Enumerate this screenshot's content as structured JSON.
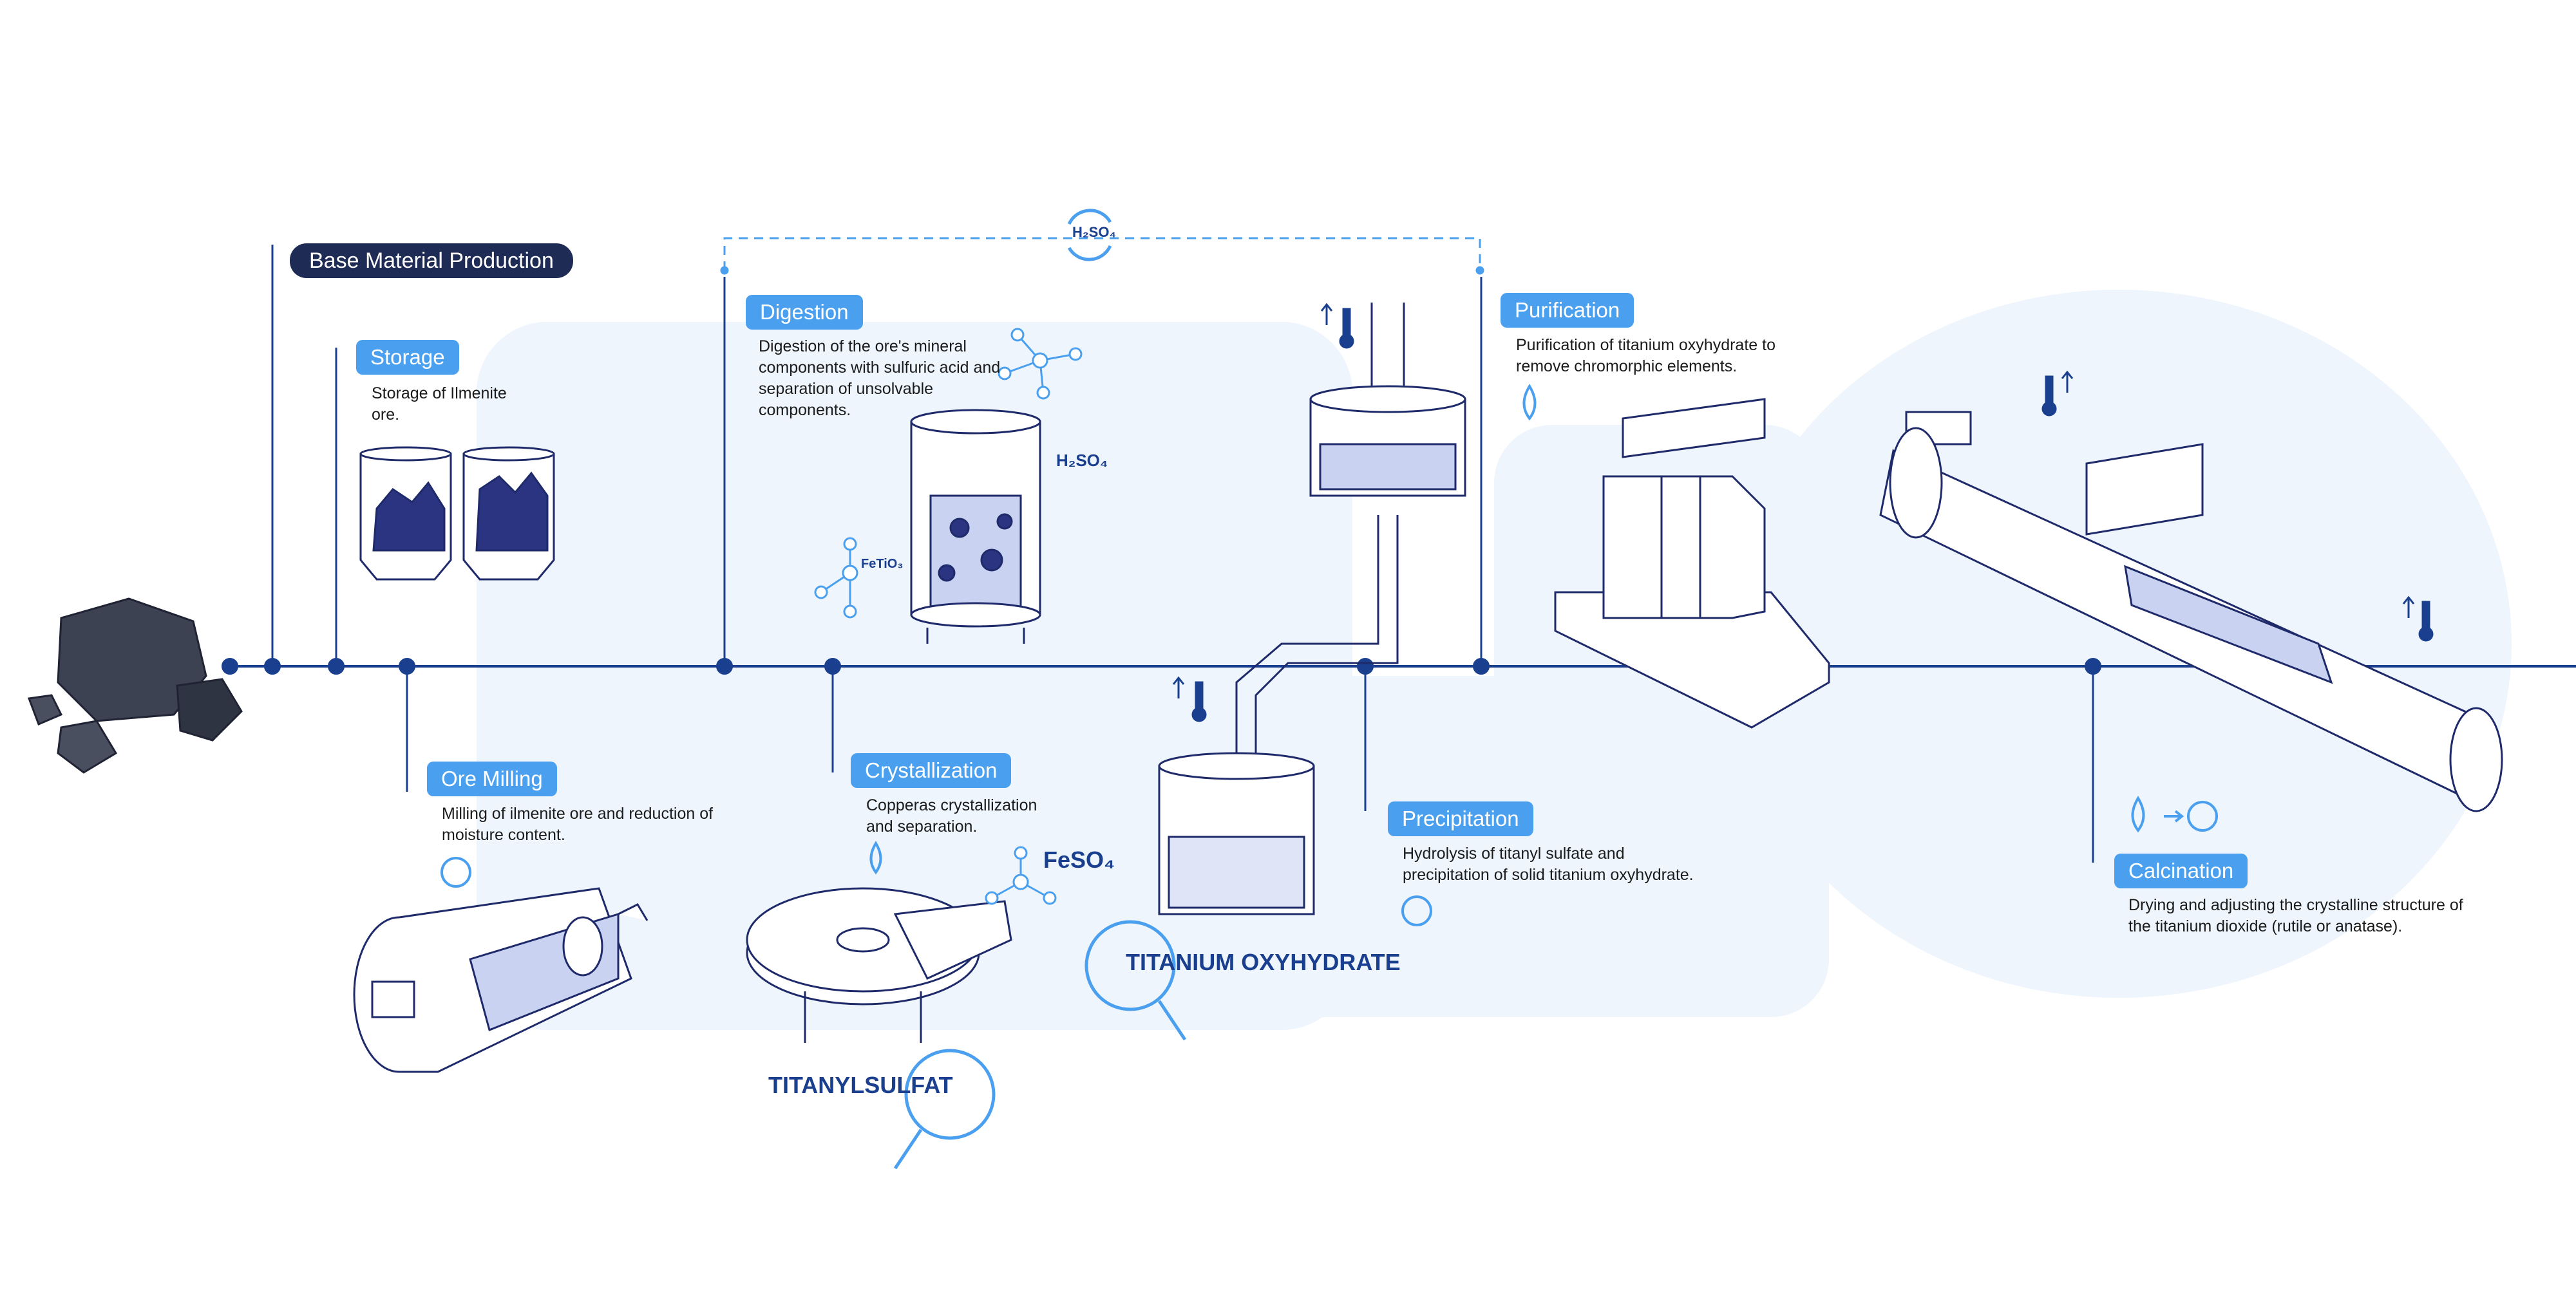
{
  "header": {
    "label": "Base Material Production"
  },
  "recycle": {
    "label": "H₂SO₄"
  },
  "steps": {
    "storage": {
      "title": "Storage",
      "desc": "Storage of Ilmenite ore."
    },
    "milling": {
      "title": "Ore Milling",
      "desc": "Milling of ilmenite ore and reduction of moisture content."
    },
    "digestion": {
      "title": "Digestion",
      "desc": "Digestion of the ore's mineral components with sulfuric acid and separation of unsolvable components."
    },
    "crystallization": {
      "title": "Crystallization",
      "desc": "Copperas crystallization and separation."
    },
    "precipitation": {
      "title": "Precipitation",
      "desc": "Hydrolysis of titanyl sulfate and precipitation of solid titanium oxyhydrate."
    },
    "purification": {
      "title": "Purification",
      "desc": "Purification of titanium oxyhydrate to remove chromorphic elements."
    },
    "calcination": {
      "title": "Calcination",
      "desc": "Drying and adjusting the crystalline structure of the titanium dioxide (rutile or anatase)."
    }
  },
  "chemicals": {
    "h2so4": "H₂SO₄",
    "fetio3": "FeTiO₃",
    "feso4": "FeSO₄"
  },
  "products": {
    "titanylsulfat": "TITANYLSULFAT",
    "oxyhydrate": "TITANIUM OXYHYDRATE"
  },
  "colors": {
    "timeline": "#1a3f8f",
    "accent": "#4aa0ef",
    "dark": "#1e2b55",
    "background_shape": "#eef5fd",
    "ink": "#1f2a6b"
  }
}
